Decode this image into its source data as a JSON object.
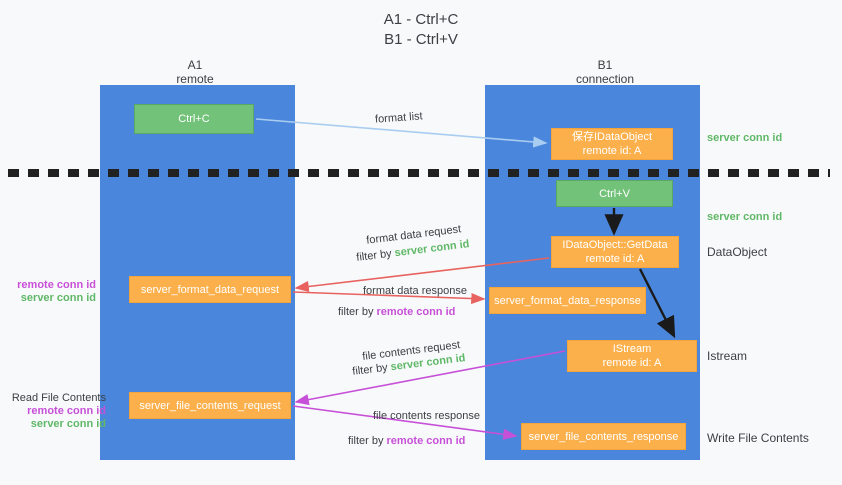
{
  "diagram": {
    "title_line1": "A1 - Ctrl+C",
    "title_line2": "B1 - Ctrl+V",
    "colors": {
      "lane": "#4a86dc",
      "green_box": "#72c279",
      "orange_box": "#fbb04c",
      "server_conn_id": "#5fb867",
      "remote_conn_id": "#c750d8",
      "background": "#f8f9fa",
      "divider": "#212121",
      "arrow_format_list": "#a8cdf0",
      "arrow_format_data": "#e8635f",
      "arrow_file_contents": "#c750d8",
      "arrow_internal": "#1a1a1a"
    },
    "columns": [
      {
        "name": "A1",
        "subtitle": "remote"
      },
      {
        "name": "B1",
        "subtitle": "connection"
      }
    ],
    "boxes": {
      "ctrl_c": {
        "label": "Ctrl+C",
        "style": "green"
      },
      "save_idataobject": {
        "line1": "保存IDataObject",
        "line2": "remote id: A",
        "style": "orange"
      },
      "ctrl_v": {
        "label": "Ctrl+V",
        "style": "green"
      },
      "getdata": {
        "line1": "IDataObject::GetData",
        "line2": "remote id: A",
        "style": "orange"
      },
      "format_data_request": {
        "label": "server_format_data_request",
        "style": "orange"
      },
      "format_data_response": {
        "label": "server_format_data_response",
        "style": "orange"
      },
      "istream": {
        "line1": "IStream",
        "line2": "remote id: A",
        "style": "orange"
      },
      "file_contents_request": {
        "label": "server_file_contents_request",
        "style": "orange"
      },
      "file_contents_response": {
        "label": "server_file_contents_response",
        "style": "orange"
      }
    },
    "arrow_captions": {
      "format_list": "format list",
      "format_data_request": "format data request",
      "format_data_request_filter_prefix": "filter by ",
      "format_data_request_filter_value": "server conn id",
      "format_data_response": "format data response",
      "format_data_response_filter_prefix": "filter by ",
      "format_data_response_filter_value": "remote conn id",
      "file_contents_request": "file contents request",
      "file_contents_request_filter_prefix": "filter by ",
      "file_contents_request_filter_value": "server conn id",
      "file_contents_response": "file contents response",
      "file_contents_response_filter_prefix": "filter by ",
      "file_contents_response_filter_value": "remote conn id"
    },
    "right_notes": {
      "server_conn_id_top": "server conn id",
      "server_conn_id_mid": "server conn id",
      "dataobject": "DataObject",
      "istream": "Istream",
      "write_file_contents": "Write File Contents"
    },
    "left_notes": {
      "remote_conn_id_1": "remote conn id",
      "server_conn_id_1": "server conn id",
      "read_file_contents": "Read File Contents",
      "remote_conn_id_2": "remote conn id",
      "server_conn_id_2": "server conn id"
    }
  }
}
